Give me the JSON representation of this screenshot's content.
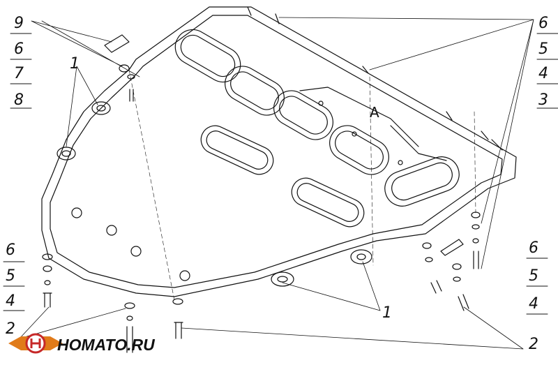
{
  "callouts": {
    "top_left_stack": [
      "9",
      "6",
      "7",
      "8"
    ],
    "left_mid": "1",
    "top_right_stack": [
      "6",
      "5",
      "4",
      "3"
    ],
    "bottom_left_stack": [
      "6",
      "5",
      "4",
      "2"
    ],
    "bottom_center": "1",
    "bottom_right_stack": [
      "6",
      "5",
      "4",
      "2"
    ]
  },
  "plate_marking": "A",
  "logo": {
    "text": "HOMATO.RU",
    "emblem_color": "#e07b1a",
    "emblem_accent": "#c62828"
  },
  "colors": {
    "line": "#111111",
    "background": "#ffffff"
  }
}
